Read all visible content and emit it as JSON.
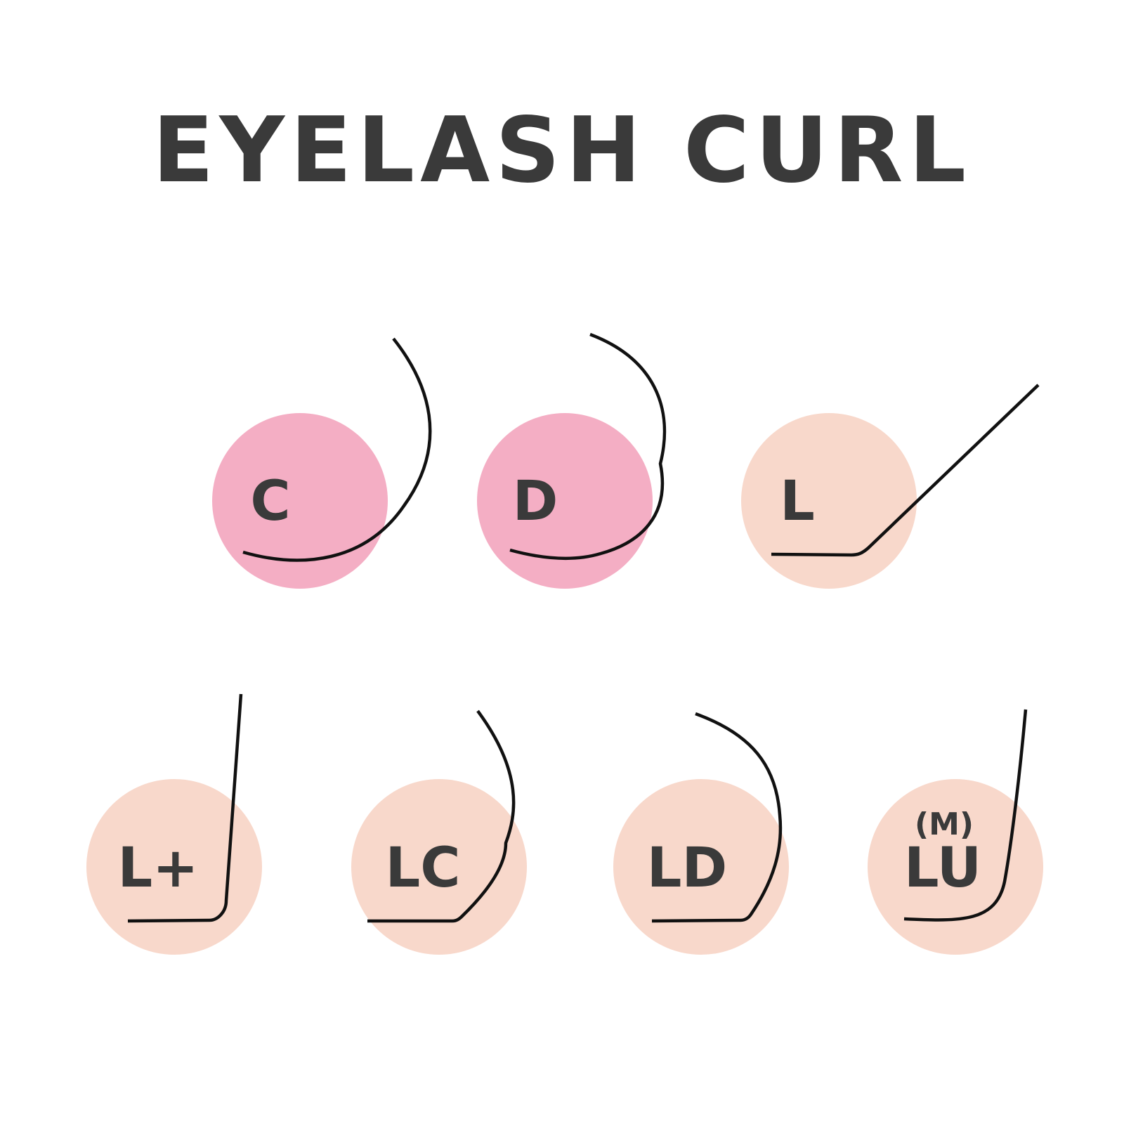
{
  "title": "EYELASH CURL",
  "colors": {
    "title_text": "#3a3a3a",
    "pink_circle": "#f4aec4",
    "peach_circle": "#f8d8cb",
    "lash_stroke": "#111111"
  },
  "curls": [
    {
      "id": "c",
      "label": "C",
      "superscript": "",
      "circle_color": "pink"
    },
    {
      "id": "d",
      "label": "D",
      "superscript": "",
      "circle_color": "pink"
    },
    {
      "id": "l",
      "label": "L",
      "superscript": "",
      "circle_color": "peach"
    },
    {
      "id": "l-plus",
      "label": "L+",
      "superscript": "",
      "circle_color": "peach"
    },
    {
      "id": "lc",
      "label": "LC",
      "superscript": "",
      "circle_color": "peach"
    },
    {
      "id": "ld",
      "label": "LD",
      "superscript": "",
      "circle_color": "peach"
    },
    {
      "id": "lu",
      "label": "LU",
      "superscript": "(M)",
      "circle_color": "peach"
    }
  ]
}
